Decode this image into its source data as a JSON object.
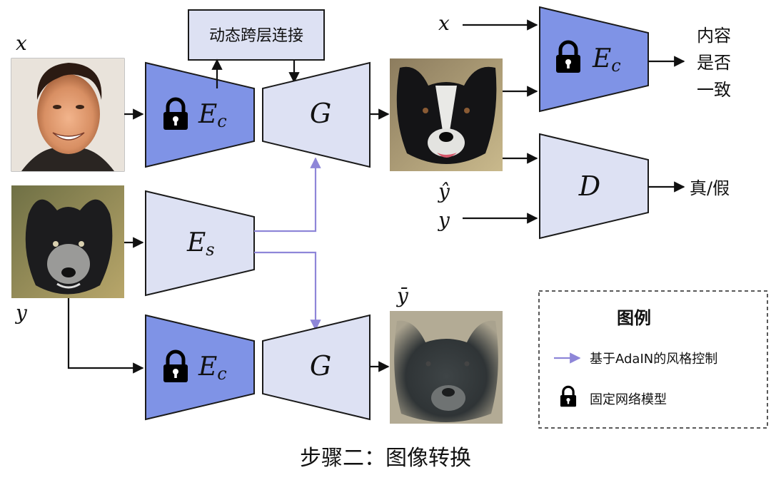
{
  "skip_block": {
    "label": "动态跨层连接"
  },
  "labels": {
    "x_top": "x",
    "y_left": "y",
    "y_hat": "ŷ",
    "y_bar": "ȳ",
    "x_right": "x",
    "y_right": "y"
  },
  "blocks": {
    "ec_top": {
      "main": "E",
      "sub": "c"
    },
    "g_top": {
      "main": "G"
    },
    "es": {
      "main": "E",
      "sub": "s"
    },
    "ec_bottom": {
      "main": "E",
      "sub": "c"
    },
    "g_bottom": {
      "main": "G"
    },
    "ec_right": {
      "main": "E",
      "sub": "c"
    },
    "d": {
      "main": "D"
    }
  },
  "outputs": {
    "content_line1": "内容",
    "content_line2": "是否",
    "content_line3": "一致",
    "real_fake": "真/假"
  },
  "legend": {
    "title": "图例",
    "item_style": "基于AdaIN的风格控制",
    "item_lock": "固定网络模型"
  },
  "caption": "步骤二：图像转换",
  "colors": {
    "locked_block": "#7f93e6",
    "trainable_block": "#dde1f3",
    "block_stroke": "#1a1a1a",
    "style_arrow": "#8e86d8",
    "skip_box": "#dde1f3"
  },
  "images": {
    "x_photo": "human-face-photo",
    "y_photo": "dog-photo",
    "y_hat_photo": "generated-dog-photo",
    "y_bar_photo": "blurred-dog-photo"
  }
}
